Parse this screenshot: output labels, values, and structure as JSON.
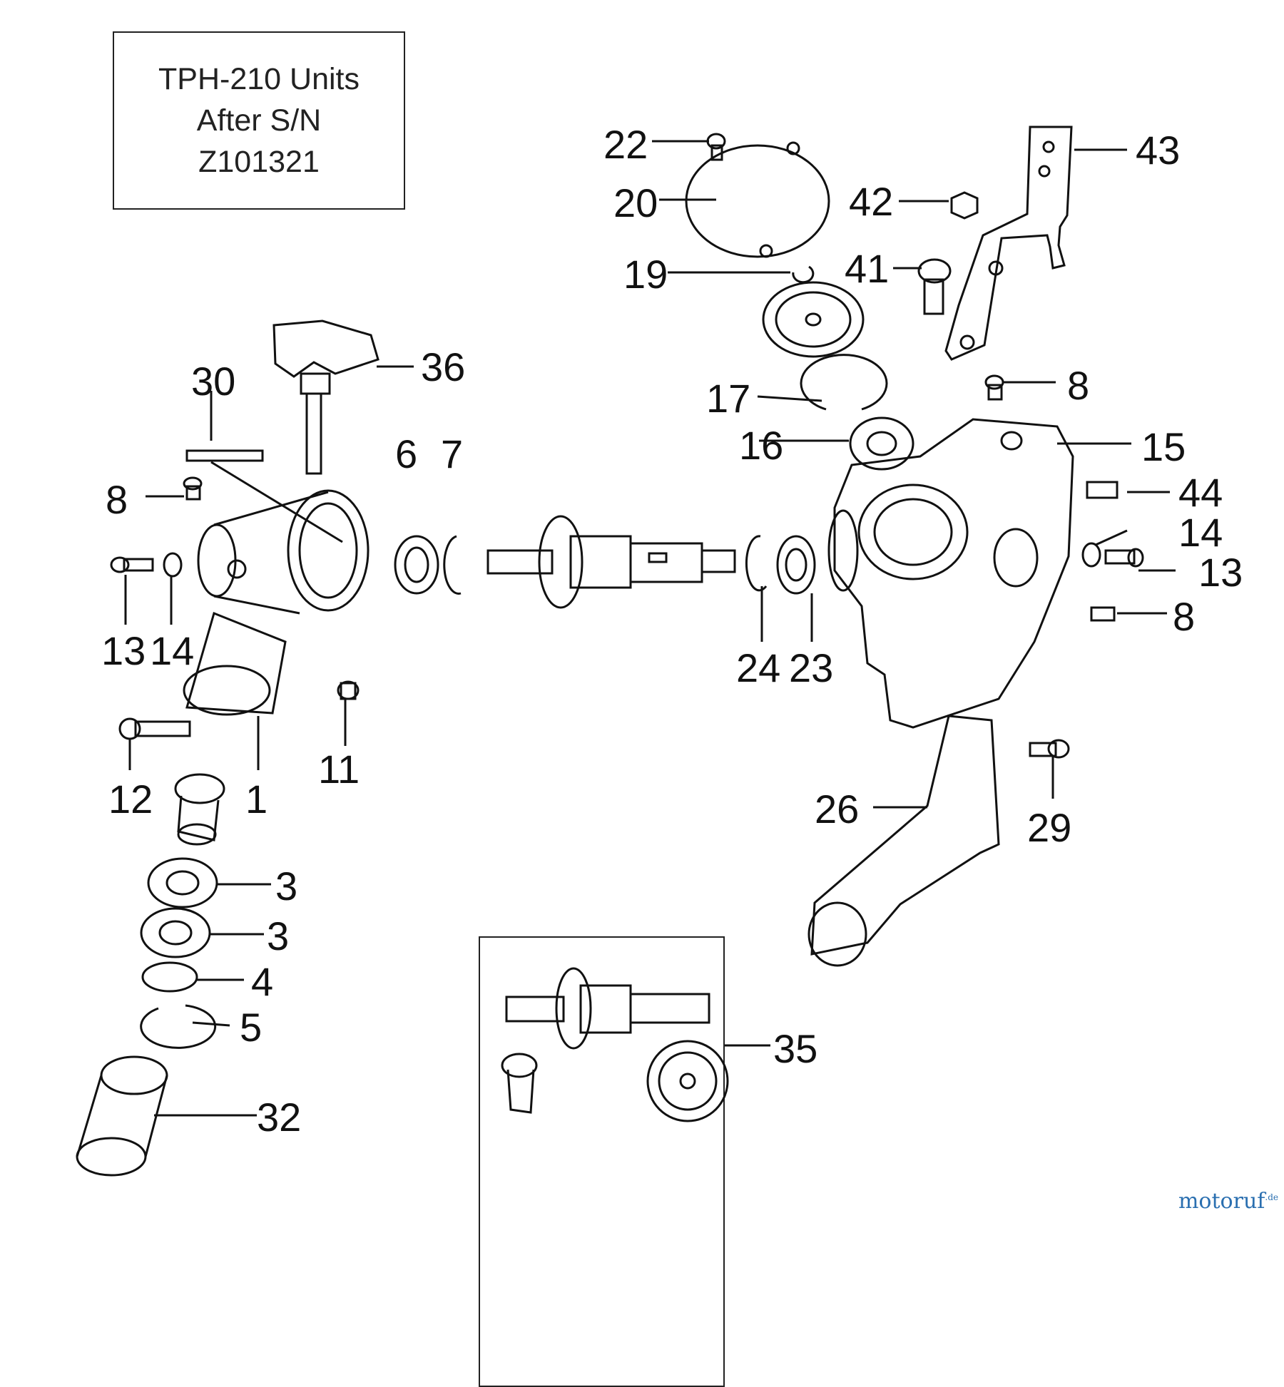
{
  "caption": {
    "line1": "TPH-210 Units",
    "line2": "After S/N",
    "line3": "Z101321"
  },
  "watermark": {
    "brand": "motoruf",
    "tld": ".de",
    "brand_color": "#2a6fb0",
    "accent_color": "#e07a1c"
  },
  "part_labels": [
    "22",
    "20",
    "19",
    "43",
    "42",
    "41",
    "36",
    "30",
    "8",
    "17",
    "16",
    "15",
    "44",
    "6",
    "7",
    "14",
    "13",
    "13",
    "14",
    "8",
    "24",
    "23",
    "11",
    "12",
    "1",
    "26",
    "29",
    "3",
    "3",
    "4",
    "5",
    "35",
    "32",
    "8"
  ]
}
